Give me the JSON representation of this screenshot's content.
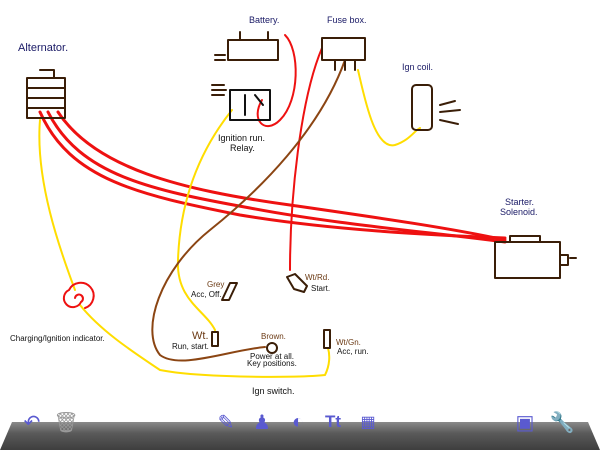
{
  "diagram": {
    "labels": {
      "battery": "Battery.",
      "fuse_box": "Fuse box.",
      "ign_coil": "Ign coil.",
      "alternator": "Alternator.",
      "relay_line1": "Ignition run.",
      "relay_line2": "Relay.",
      "starter_line1": "Starter.",
      "starter_line2": "Solenoid.",
      "indicator": "Charging/Ignition indicator.",
      "grey": "Grey",
      "grey_desc": "Acc, Off.",
      "wtrd": "Wt/Rd.",
      "wtrd_desc": "Start.",
      "wt": "Wt.",
      "wt_desc": "Run, start.",
      "brown": "Brown.",
      "brown_desc1": "Power at all.",
      "brown_desc2": "Key positions.",
      "wtgn": "Wt/Gn.",
      "wtgn_desc": "Acc, run.",
      "ign_switch": "Ign switch."
    },
    "colors": {
      "red": "#ee1111",
      "yellow": "#ffdd00",
      "brown": "#8b4513",
      "dark": "#3a1e08"
    }
  },
  "toolbar": {
    "left": [
      "undo-icon",
      "trash-icon"
    ],
    "center": [
      "pen-icon",
      "stamp-icon",
      "shape-icon",
      "text-icon",
      "background-icon"
    ],
    "right": [
      "gallery-icon",
      "settings-icon"
    ]
  }
}
